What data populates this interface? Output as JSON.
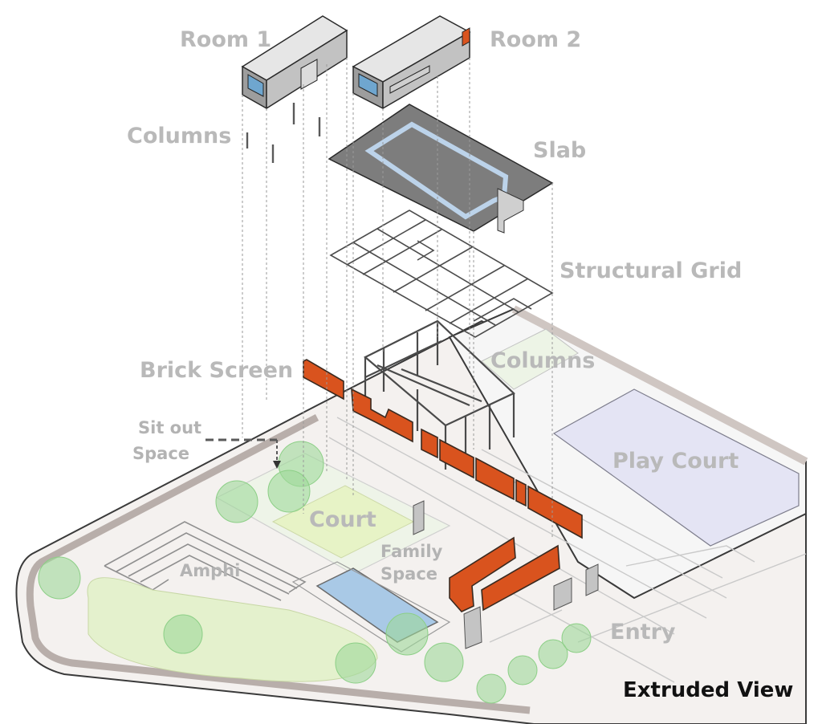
{
  "labels": {
    "room1": "Room 1",
    "room2": "Room 2",
    "columns_upper": "Columns",
    "slab": "Slab",
    "structural_grid": "Structural Grid",
    "brick_screen": "Brick Screen",
    "columns_lower": "Columns",
    "sit_out_line1": "Sit out",
    "sit_out_line2": "Space",
    "play_court": "Play Court",
    "court": "Court",
    "family_line1": "Family",
    "family_line2": "Space",
    "amphi": "Amphi",
    "entry": "Entry"
  },
  "caption": "Extruded View",
  "colors": {
    "brick": "#d9531e",
    "label": "#b9b9b9",
    "slab": "#7d7d7d",
    "room": "#bdbdbd",
    "lawn": "#e6f2cf",
    "court_surface": "#e4e4f4",
    "pool": "#a9c9e6",
    "tree": "#9fd99a",
    "site_wall": "#d8cfcb"
  }
}
